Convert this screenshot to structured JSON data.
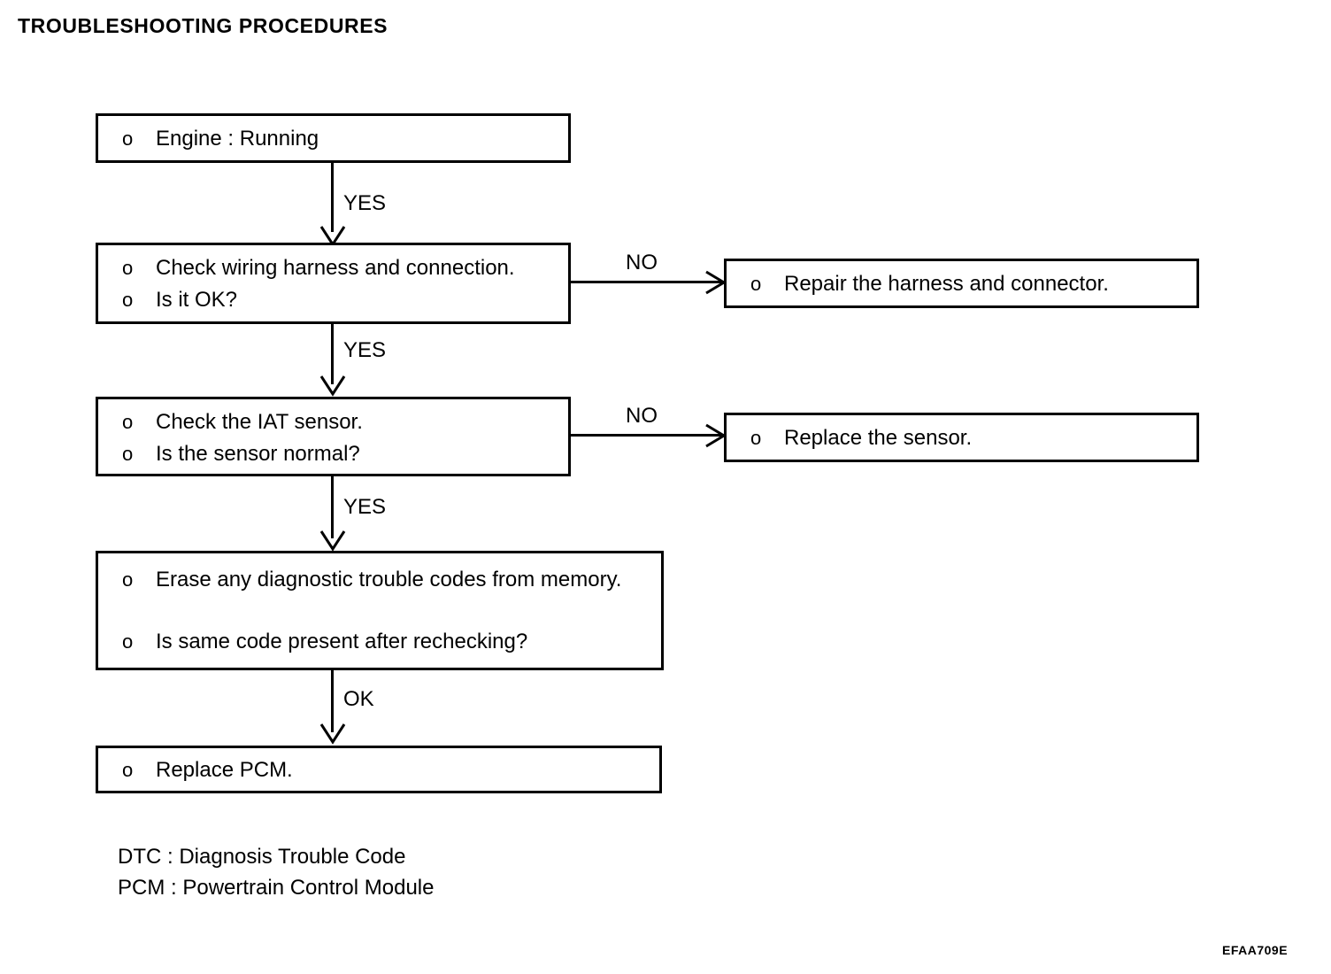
{
  "page": {
    "title": "TROUBLESHOOTING PROCEDURES",
    "figure_code": "EFAA709E"
  },
  "flowchart": {
    "boxes": [
      {
        "id": "engine-running",
        "lines": [
          {
            "bullet": "o",
            "text": "Engine : Running"
          }
        ]
      },
      {
        "id": "check-wiring-harness",
        "lines": [
          {
            "bullet": "o",
            "text": "Check wiring harness and connection."
          },
          {
            "bullet": "o",
            "text": "Is it OK?"
          }
        ]
      },
      {
        "id": "repair-harness",
        "lines": [
          {
            "bullet": "o",
            "text": "Repair the harness and connector."
          }
        ]
      },
      {
        "id": "check-iat-sensor",
        "lines": [
          {
            "bullet": "o",
            "text": "Check the IAT sensor."
          },
          {
            "bullet": "o",
            "text": "Is the sensor normal?"
          }
        ]
      },
      {
        "id": "replace-sensor",
        "lines": [
          {
            "bullet": "o",
            "text": "Replace the sensor."
          }
        ]
      },
      {
        "id": "erase-codes",
        "lines": [
          {
            "bullet": "o",
            "text": "Erase any diagnostic trouble codes from memory."
          },
          {
            "bullet": "o",
            "text": "Is same code present after rechecking?"
          }
        ]
      },
      {
        "id": "replace-pcm",
        "lines": [
          {
            "bullet": "o",
            "text": "Replace PCM."
          }
        ]
      }
    ],
    "edge_labels": {
      "yes_1": "YES",
      "yes_2": "YES",
      "yes_3": "YES",
      "no_1": "NO",
      "no_2": "NO",
      "ok_1": "OK"
    }
  },
  "legend": {
    "dtc": "DTC : Diagnosis Trouble Code",
    "pcm": "PCM : Powertrain Control Module"
  }
}
